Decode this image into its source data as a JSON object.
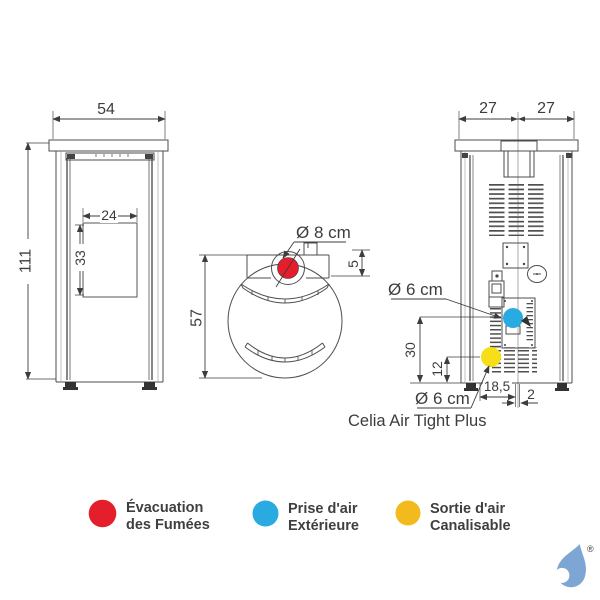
{
  "front_view": {
    "width_label": "54",
    "height_label": "111",
    "glass_width_label": "24",
    "glass_height_label": "33"
  },
  "top_view": {
    "flue_diameter_label": "Ø 8 cm",
    "collar_offset_label": "5",
    "depth_label": "57"
  },
  "rear_view": {
    "width_left_label": "27",
    "width_right_label": "27",
    "air_inlet_diameter_label": "Ø 6 cm",
    "duct_outlet_diameter_label": "Ø 6 cm",
    "inlet_height_label": "30",
    "outlet_height_label": "12",
    "outlet_offset_label": "18,5",
    "pipe_offset_label": "2"
  },
  "caption": "Celia Air Tight Plus",
  "legend": {
    "items": [
      {
        "name": "flue-exhaust",
        "color": "#e41e2b",
        "line1": "Évacuation",
        "line2": "des Fumées"
      },
      {
        "name": "outside-air-intake",
        "color": "#29abe2",
        "line1": "Prise d'air",
        "line2": "Extérieure"
      },
      {
        "name": "ductable-air-outlet",
        "color": "#f2ba1c",
        "line1": "Sortie d'air",
        "line2": "Canalisable"
      }
    ]
  },
  "colors": {
    "flue": "#e41e2b",
    "air_inlet": "#29abe2",
    "duct_outlet": "#f7df17",
    "line": "#4d4d4d",
    "logo": "#7ea6d4"
  }
}
